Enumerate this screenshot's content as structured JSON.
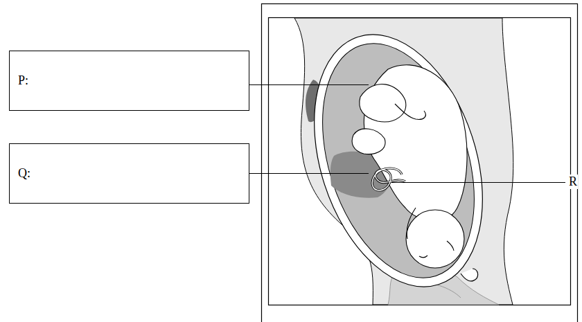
{
  "diagram": {
    "nodes": [
      {
        "text": [
          "P:"
        ]
      },
      {
        "text": [
          "Q:"
        ]
      }
    ],
    "labels": [
      "R"
    ]
  }
}
